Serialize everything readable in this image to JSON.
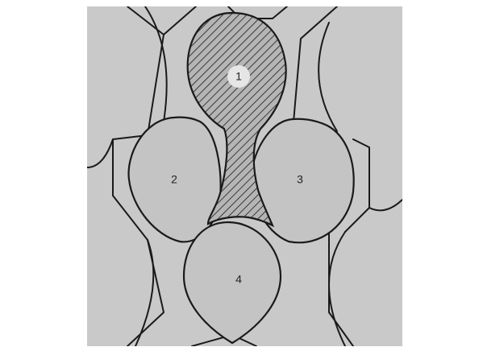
{
  "diagram": {
    "labels": [
      "1",
      "2",
      "3",
      "4"
    ],
    "colors": {
      "background": "#c9c9c9",
      "cell_fill": "#c4c4c4",
      "hatch_fill": "#b5b5b5",
      "stroke": "#1a1a1a",
      "label_circle": "#e6e6e6"
    }
  }
}
